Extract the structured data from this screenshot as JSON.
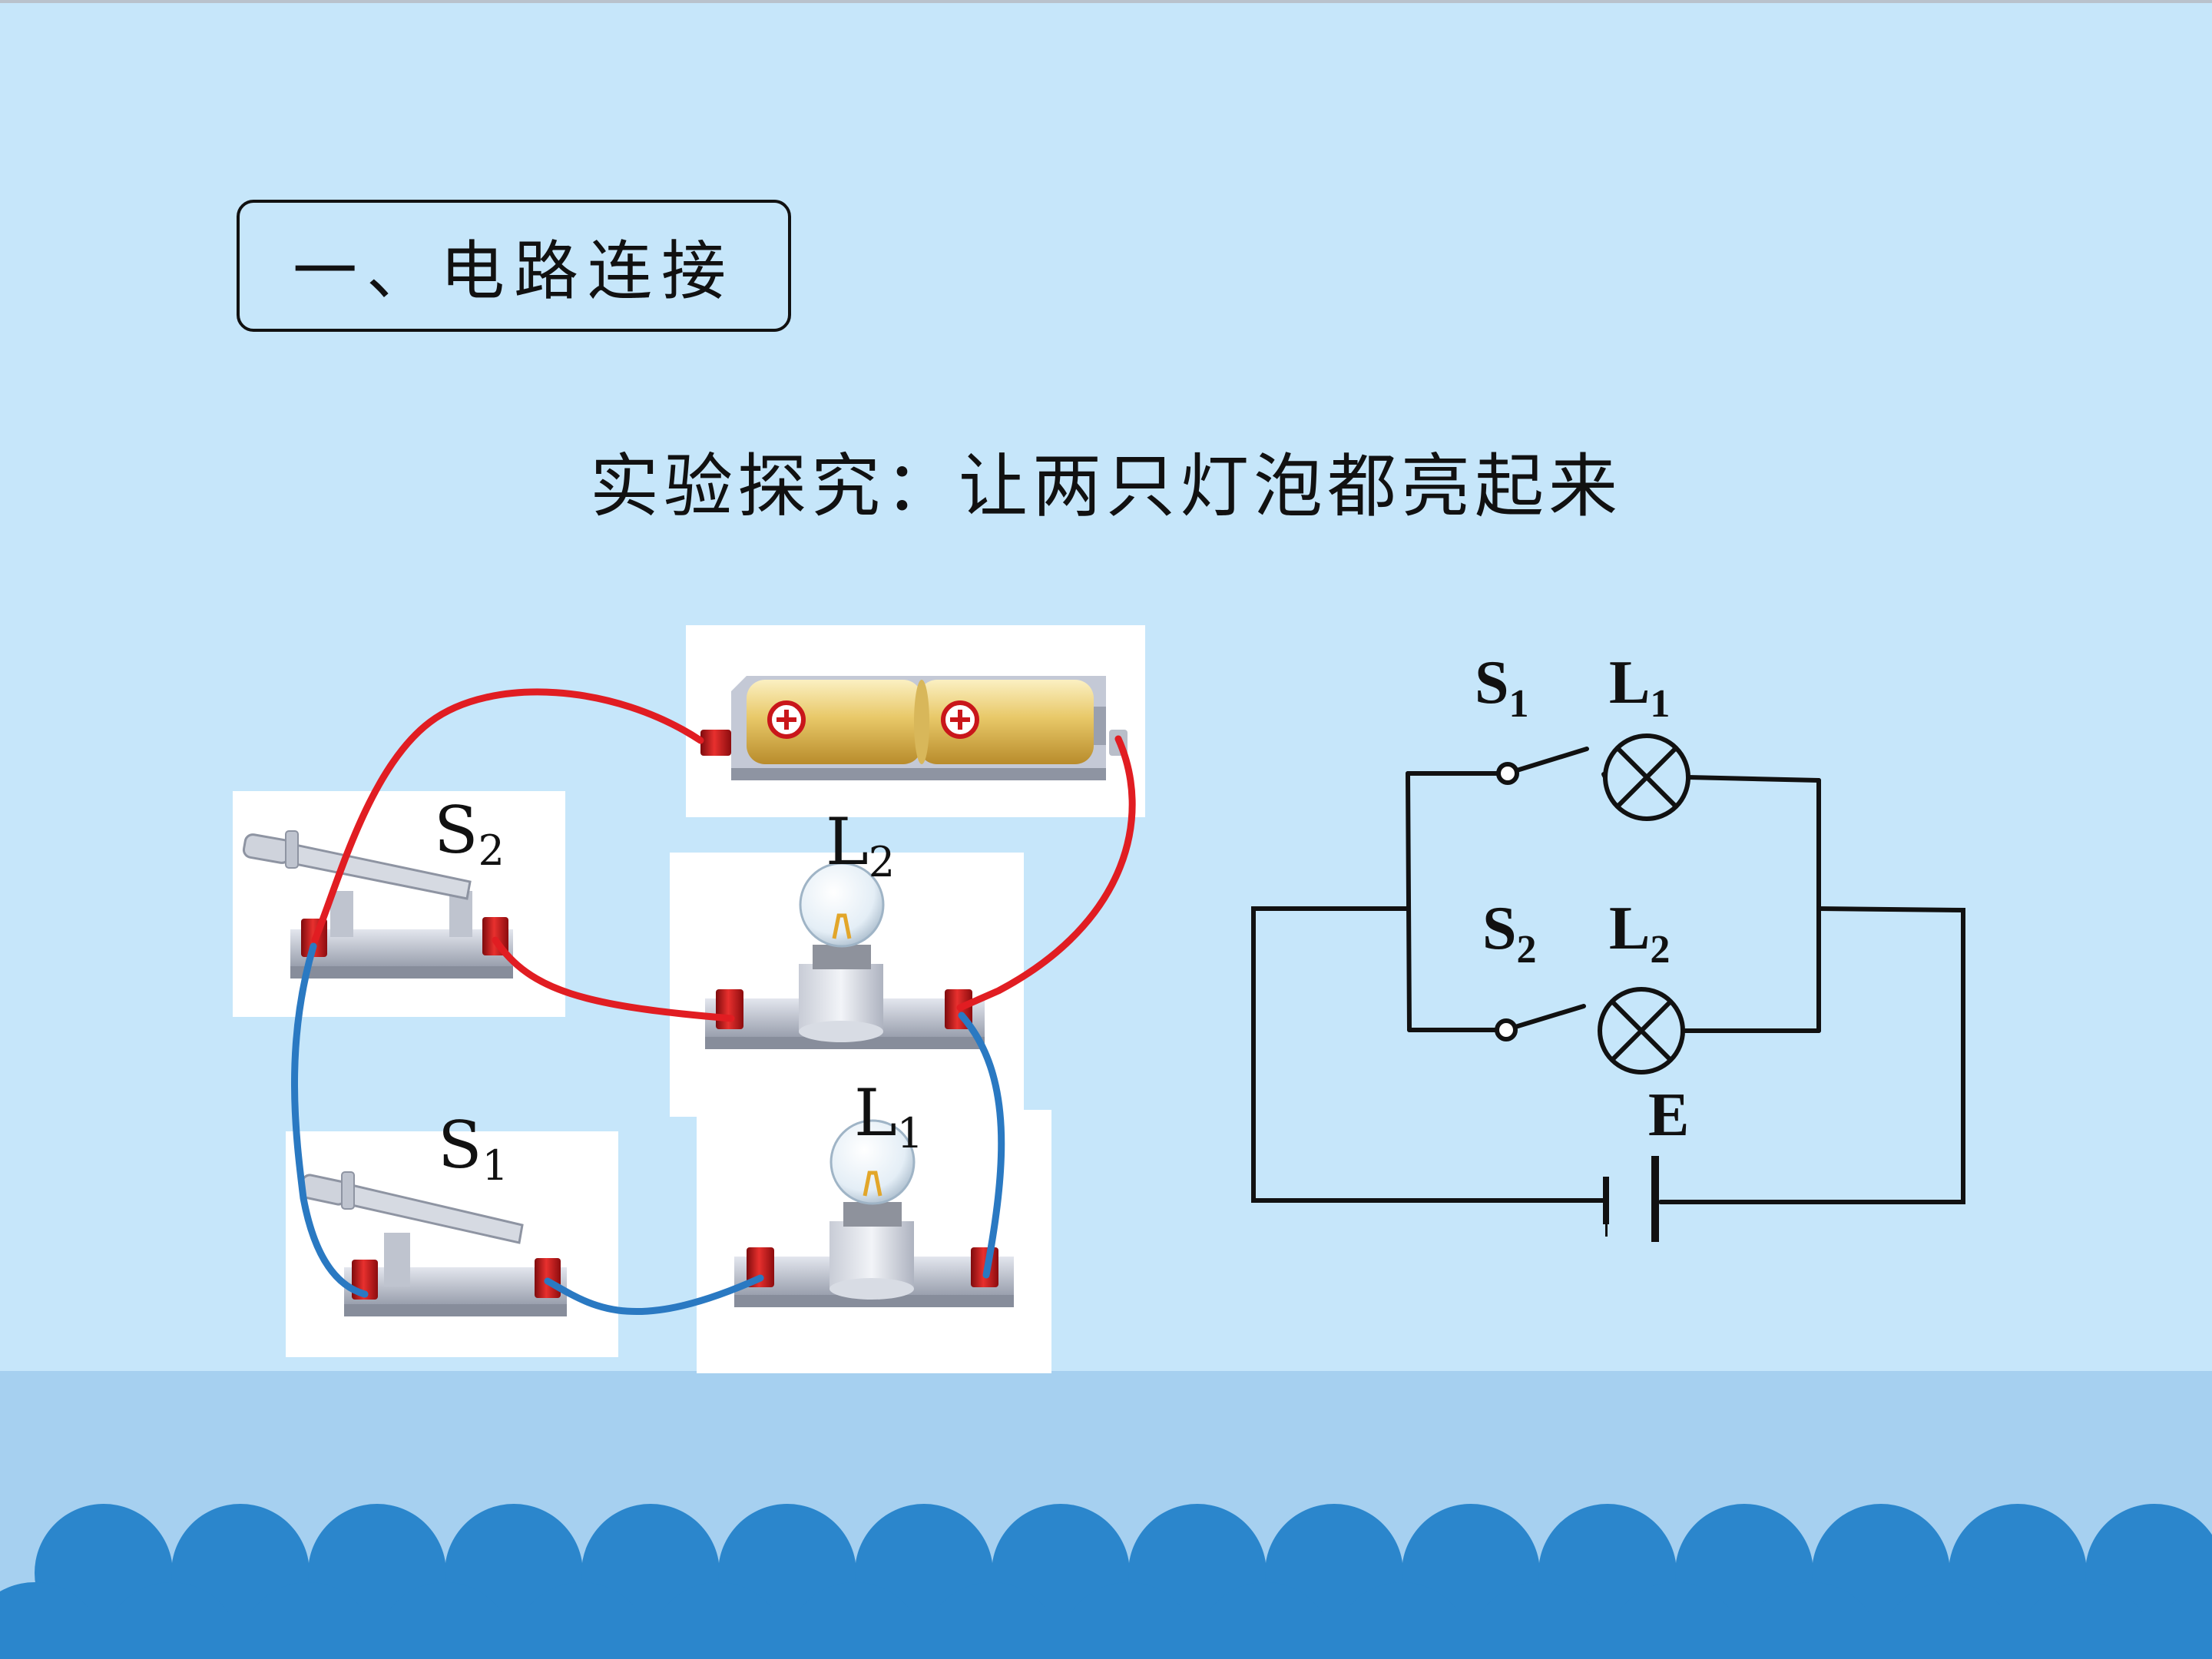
{
  "slide": {
    "heading": "一、电路连接",
    "subtitle": "实验探究：让两只灯泡都亮起来"
  },
  "apparatus_labels": {
    "s2": "S",
    "s2_sub": "2",
    "l2": "L",
    "l2_sub": "2",
    "s1": "S",
    "s1_sub": "1",
    "l1": "L",
    "l1_sub": "1"
  },
  "schematic_labels": {
    "s1": "S",
    "s1_sub": "1",
    "l1": "L",
    "l1_sub": "1",
    "s2": "S",
    "s2_sub": "2",
    "l2": "L",
    "l2_sub": "2",
    "e": "E"
  },
  "colors": {
    "background": "#c6e6fa",
    "floor": "#a6d0f0",
    "waves": "#2b86cc",
    "red_wire": "#e11d22",
    "blue_wire": "#2a79c2",
    "terminal": "#c9161a",
    "battery": "#e6c66a"
  }
}
